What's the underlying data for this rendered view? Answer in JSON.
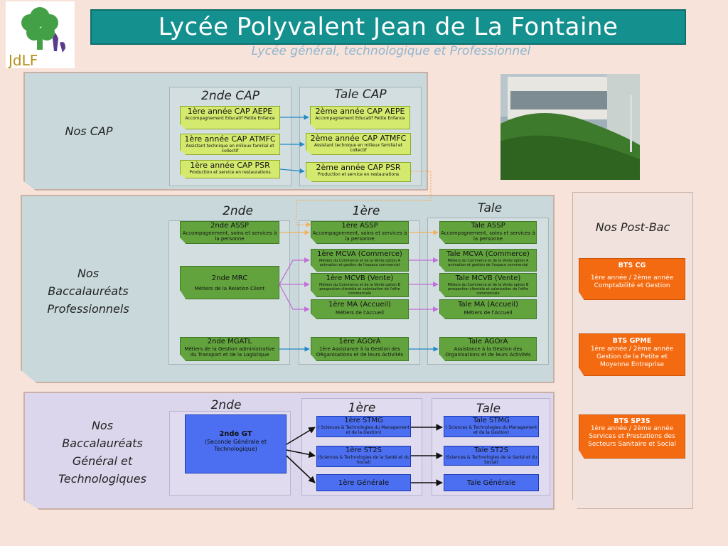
{
  "header": {
    "title": "Lycée Polyvalent Jean de La Fontaine",
    "subtitle": "Lycée général, technologique et Professionnel",
    "logo_text": "JdLF"
  },
  "cap": {
    "label": "Nos CAP",
    "col1_title": "2nde CAP",
    "col2_title": "Tale CAP",
    "rows": [
      {
        "first": "1ère année CAP AEPE",
        "first_sub": "Accompagnement Educatif Petite Enfance",
        "second": "2ème année CAP AEPE",
        "second_sub": "Accompagnement Educatif Petite Enfance"
      },
      {
        "first": "1ère année CAP ATMFC",
        "first_sub": "Assistant technique en milieux familial et collectif",
        "second": "2ème année CAP ATMFC",
        "second_sub": "Assistant technique en milieux familial et collectif"
      },
      {
        "first": "1ère année CAP PSR",
        "first_sub": "Production et service en restaurations",
        "second": "2ème  année CAP PSR",
        "second_sub": "Production et service en restaurations"
      }
    ]
  },
  "bacpro": {
    "label_line1": "Nos",
    "label_line2": "Baccalauréats",
    "label_line3": "Professionnels",
    "col1_title": "2nde",
    "col2_title": "1ère",
    "col3_title": "Tale",
    "seconde": [
      {
        "title": "2nde ASSP",
        "sub": "Accompagnement, soins et services à la personne"
      },
      {
        "title": "2nde MRC",
        "sub": "Métiers de la Relation Client"
      },
      {
        "title": "2nde MGATL",
        "sub": "Métiers de la Gestion administrative du Transport et de la Logistique"
      }
    ],
    "premiere": [
      {
        "title": "1ère ASSP",
        "sub": "Accompagnement, soins et services à la personne"
      },
      {
        "title": "1ère MCVA (Commerce)",
        "sub": "Métiers du Commerce et de la Vente option A animation et gestion de l'espace commercial"
      },
      {
        "title": "1ère MCVB (Vente)",
        "sub": "Métiers du Commerce et de la Vente option B prospection clientèle et valorisation de l'offre commerciale"
      },
      {
        "title": "1ère MA (Accueil)",
        "sub": "Métiers de l'Accueil"
      },
      {
        "title": "1ère AGOrA",
        "sub": "1ère Assistance à la Gestion des ORganisations et de leurs Activités"
      }
    ],
    "terminale": [
      {
        "title": "Tale ASSP",
        "sub": "Accompagnement, soins et services à la personne"
      },
      {
        "title": "Tale MCVA (Commerce)",
        "sub": "Métiers du Commerce et de la Vente option A animation et gestion de l'espace commercial"
      },
      {
        "title": "Tale MCVB (Vente)",
        "sub": "Métiers du Commerce et de la Vente option B prospection clientèle et valorisation de l'offre commerciale"
      },
      {
        "title": "Tale MA (Accueil)",
        "sub": "Métiers de l'Accueil"
      },
      {
        "title": "Tale AGOrA",
        "sub": "Assistance à la Gestion des Organisations et de leurs Activités"
      }
    ]
  },
  "gt": {
    "label_line1": "Nos",
    "label_line2": "Baccalauréats",
    "label_line3": "Général et",
    "label_line4": "Technologiques",
    "col1_title": "2nde",
    "col2_title": "1ère",
    "col3_title": "Tale",
    "seconde": {
      "title": "2nde GT",
      "sub": "(Seconde Générale et Technologique)"
    },
    "premiere": [
      {
        "title": "1ère STMG",
        "sub": "( Sciences & Technologies du Management et de la  Gestion)"
      },
      {
        "title": "1ère ST2S",
        "sub": "(Sciences & Technologies de la Santé et du Social)"
      },
      {
        "title": "1ère Générale",
        "sub": ""
      }
    ],
    "terminale": [
      {
        "title": "Tale STMG",
        "sub": "( Sciences & Technologies du Management et de la Gestion)"
      },
      {
        "title": "Tale ST2S",
        "sub": "(Sciences & Technologies de la Santé et du Social)"
      },
      {
        "title": "Tale Générale",
        "sub": ""
      }
    ]
  },
  "postbac": {
    "label": "Nos Post-Bac",
    "items": [
      {
        "title": "BTS CG",
        "line1": "1ère année / 2ème année",
        "line2": "Comptabilité et Gestion",
        "line3": ""
      },
      {
        "title": "BTS GPME",
        "line1": "1ère année / 2ème année",
        "line2": "Gestion de la Petite et",
        "line3": "Moyenne Entreprise"
      },
      {
        "title": "BTS SP3S",
        "line1": "1ère année / 2ème année",
        "line2": "Services et Prestations des",
        "line3": "Secteurs Sanitaire et Social"
      }
    ]
  },
  "colors": {
    "banner": "#14908f",
    "lime_box": "#d4ea6f",
    "green_box": "#62a33e",
    "blue_box": "#4b6ff0",
    "orange_box": "#f46a10"
  }
}
